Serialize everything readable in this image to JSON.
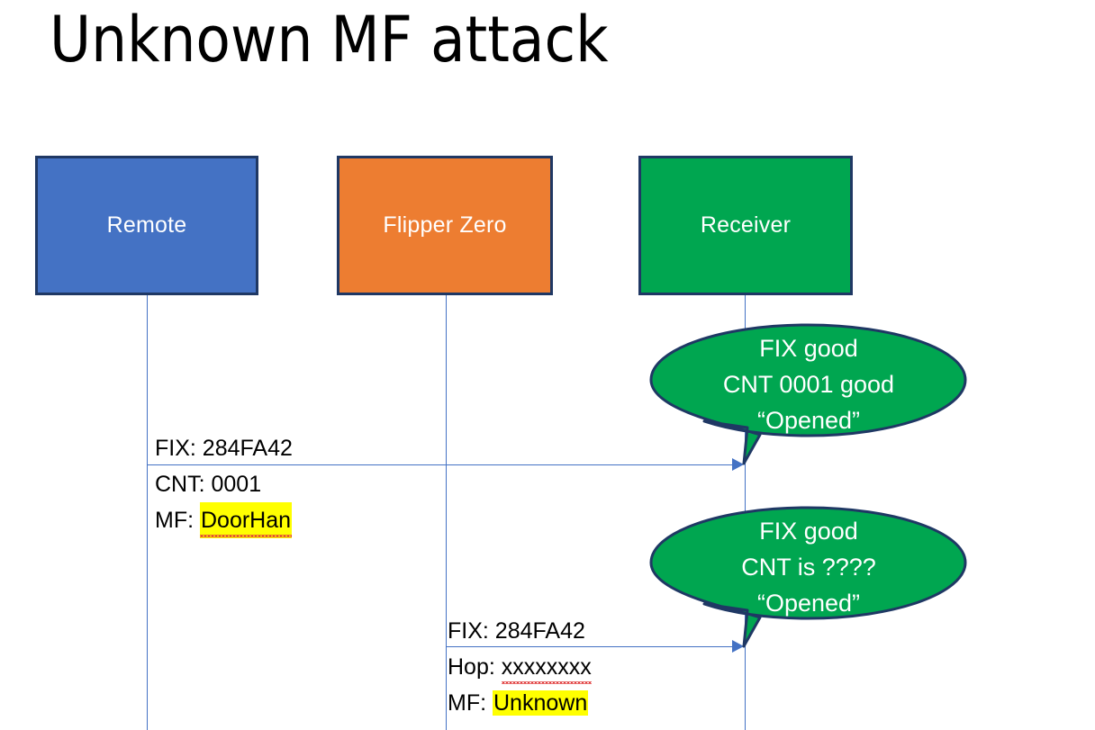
{
  "slide": {
    "title": "Unknown MF attack"
  },
  "colors": {
    "remote_fill": "#4472C4",
    "flipper_fill": "#ED7D31",
    "receiver_fill": "#00A650",
    "box_border": "#1F3864",
    "lifeline": "#4472C4",
    "arrow": "#4472C4",
    "highlight": "#FFFF00",
    "spellcheck_underline": "#E03A3A",
    "bubble_fill": "#00A650",
    "bubble_border": "#1F3864",
    "bubble_text": "#FFFFFF",
    "label_text": "#000000"
  },
  "actors": [
    {
      "id": "remote",
      "label": "Remote"
    },
    {
      "id": "flipper",
      "label": "Flipper Zero"
    },
    {
      "id": "receiver",
      "label": "Receiver"
    }
  ],
  "messages": [
    {
      "id": "msg1",
      "from": "remote",
      "to": "receiver",
      "lines": [
        {
          "prefix": "FIX: ",
          "value": "284FA42",
          "highlighted": false,
          "spellcheck": false
        },
        {
          "prefix": "CNT: ",
          "value": "0001",
          "highlighted": false,
          "spellcheck": false
        },
        {
          "prefix": "MF: ",
          "value": "DoorHan",
          "highlighted": true,
          "spellcheck": true
        }
      ]
    },
    {
      "id": "msg2",
      "from": "flipper",
      "to": "receiver",
      "lines": [
        {
          "prefix": "FIX: ",
          "value": "284FA42",
          "highlighted": false,
          "spellcheck": false
        },
        {
          "prefix": "Hop: ",
          "value": "xxxxxxxx",
          "highlighted": false,
          "spellcheck": true
        },
        {
          "prefix": "MF: ",
          "value": "Unknown",
          "highlighted": true,
          "spellcheck": false
        }
      ]
    }
  ],
  "bubbles": [
    {
      "id": "bubble1",
      "owner": "receiver",
      "lines": [
        "FIX good",
        "CNT 0001 good",
        "“Opened”"
      ]
    },
    {
      "id": "bubble2",
      "owner": "receiver",
      "lines": [
        "FIX good",
        "CNT is ????",
        "“Opened”"
      ]
    }
  ]
}
